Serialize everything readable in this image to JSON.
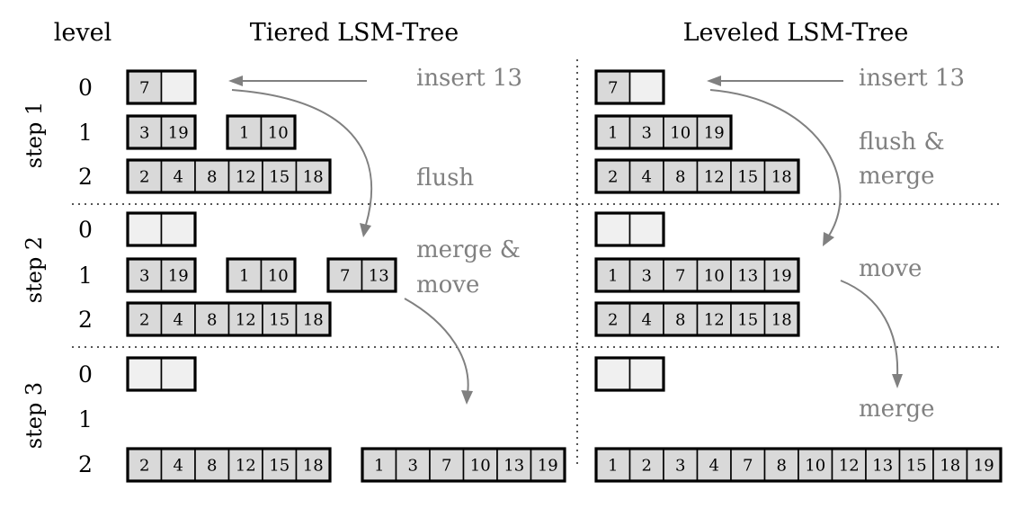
{
  "headers": {
    "level": "level",
    "tiered": "Tiered LSM-Tree",
    "leveled": "Leveled LSM-Tree"
  },
  "steps": [
    "step 1",
    "step 2",
    "step 3"
  ],
  "level_labels": [
    "0",
    "1",
    "2"
  ],
  "annotations": {
    "tiered_insert": "insert 13",
    "tiered_flush": "flush",
    "tiered_merge_move_1": "merge &",
    "tiered_merge_move_2": "move",
    "leveled_insert": "insert 13",
    "leveled_flush_merge_1": "flush &",
    "leveled_flush_merge_2": "merge",
    "leveled_move": "move",
    "leveled_merge": "merge"
  },
  "colors": {
    "cell_filled": "#d9d9d9",
    "cell_empty": "#f0f0f0",
    "annotation": "#808080"
  },
  "tiered": [
    {
      "step": 1,
      "levels": [
        {
          "level": 0,
          "runs": [
            [
              "7",
              ""
            ]
          ]
        },
        {
          "level": 1,
          "runs": [
            [
              "3",
              "19"
            ],
            [
              "1",
              "10"
            ]
          ]
        },
        {
          "level": 2,
          "runs": [
            [
              "2",
              "4",
              "8",
              "12",
              "15",
              "18"
            ]
          ]
        }
      ]
    },
    {
      "step": 2,
      "levels": [
        {
          "level": 0,
          "runs": [
            [
              "",
              ""
            ]
          ]
        },
        {
          "level": 1,
          "runs": [
            [
              "3",
              "19"
            ],
            [
              "1",
              "10"
            ],
            [
              "7",
              "13"
            ]
          ]
        },
        {
          "level": 2,
          "runs": [
            [
              "2",
              "4",
              "8",
              "12",
              "15",
              "18"
            ]
          ]
        }
      ]
    },
    {
      "step": 3,
      "levels": [
        {
          "level": 0,
          "runs": [
            [
              "",
              ""
            ]
          ]
        },
        {
          "level": 1,
          "runs": []
        },
        {
          "level": 2,
          "runs": [
            [
              "2",
              "4",
              "8",
              "12",
              "15",
              "18"
            ],
            [
              "1",
              "3",
              "7",
              "10",
              "13",
              "19"
            ]
          ]
        }
      ]
    }
  ],
  "leveled": [
    {
      "step": 1,
      "levels": [
        {
          "level": 0,
          "runs": [
            [
              "7",
              ""
            ]
          ]
        },
        {
          "level": 1,
          "runs": [
            [
              "1",
              "3",
              "10",
              "19"
            ]
          ]
        },
        {
          "level": 2,
          "runs": [
            [
              "2",
              "4",
              "8",
              "12",
              "15",
              "18"
            ]
          ]
        }
      ]
    },
    {
      "step": 2,
      "levels": [
        {
          "level": 0,
          "runs": [
            [
              "",
              ""
            ]
          ]
        },
        {
          "level": 1,
          "runs": [
            [
              "1",
              "3",
              "7",
              "10",
              "13",
              "19"
            ]
          ]
        },
        {
          "level": 2,
          "runs": [
            [
              "2",
              "4",
              "8",
              "12",
              "15",
              "18"
            ]
          ]
        }
      ]
    },
    {
      "step": 3,
      "levels": [
        {
          "level": 0,
          "runs": [
            [
              "",
              ""
            ]
          ]
        },
        {
          "level": 1,
          "runs": []
        },
        {
          "level": 2,
          "runs": [
            [
              "1",
              "2",
              "3",
              "4",
              "7",
              "8",
              "10",
              "12",
              "13",
              "15",
              "18",
              "19"
            ]
          ]
        }
      ]
    }
  ]
}
